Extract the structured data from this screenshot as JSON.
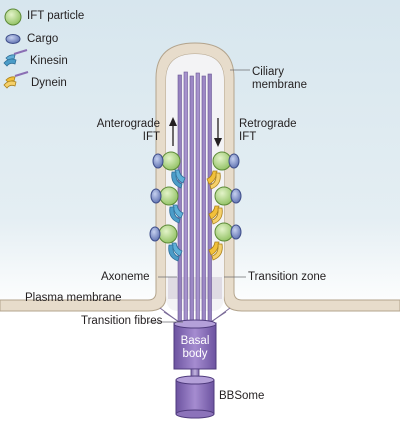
{
  "colors": {
    "background_top": "#dbe8ef",
    "background_bottom": "#ffffff",
    "membrane": "#e7dccb",
    "membrane_edge": "#b7a994",
    "axoneme": "#a593c6",
    "axoneme_dark": "#6f5a99",
    "basal_body": "#8b6fb4",
    "ift_particle": "#a5cf7e",
    "cargo": "#7b8fc6",
    "kinesin": "#62b0d7",
    "dynein": "#f2c03a"
  },
  "legend": {
    "items": [
      {
        "label": "IFT particle",
        "icon": "ift-particle-icon"
      },
      {
        "label": "Cargo",
        "icon": "cargo-icon"
      },
      {
        "label": "Kinesin",
        "icon": "kinesin-icon"
      },
      {
        "label": "Dynein",
        "icon": "dynein-icon"
      }
    ]
  },
  "labels": {
    "ciliary_membrane": "Ciliary\nmembrane",
    "anterograde": "Anterograde\nIFT",
    "retrograde": "Retrograde\nIFT",
    "axoneme": "Axoneme",
    "transition_zone": "Transition zone",
    "plasma_membrane": "Plasma membrane",
    "transition_fibres": "Transition fibres",
    "basal_body": "Basal\nbody",
    "bbsome": "BBSome"
  }
}
